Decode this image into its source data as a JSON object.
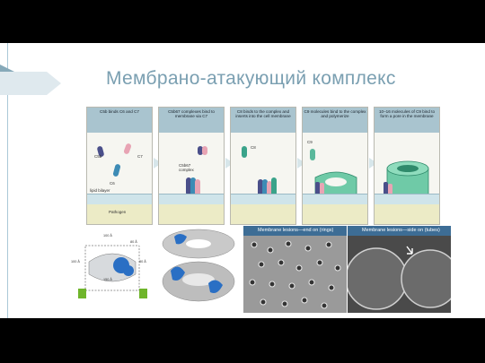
{
  "title": "Мембрано-атакующий комплекс",
  "diagram": {
    "panels": [
      {
        "caption": "C5b binds C6 and C7",
        "labels": [
          "C5b",
          "C6",
          "C7"
        ],
        "membrane_label": "lipid bilayer",
        "pathogen_label": "Pathogen"
      },
      {
        "caption": "C5b67 complexes bind to membrane via C7",
        "labels": [
          "C5b67 complex"
        ]
      },
      {
        "caption": "C8 binds to the complex and inserts into the cell membrane",
        "labels": [
          "C8"
        ]
      },
      {
        "caption": "C9 molecules bind to the complex and polymerize",
        "labels": [
          "C9"
        ]
      },
      {
        "caption": "10–16 molecules of C9 bind to form a pore in the membrane",
        "labels": []
      }
    ]
  },
  "photos": {
    "model": {
      "dims": [
        "100 Å",
        "80 Å",
        "100 Å",
        "150 Å",
        "80 Å"
      ]
    },
    "micrograph_end_on": {
      "header": "Membrane lesions—end on (rings)"
    },
    "micrograph_side_on": {
      "header": "Membrane lesions—side on (tubes)"
    }
  },
  "colors": {
    "title": "#7a9fb1",
    "panel_header": "#a9c4cf",
    "photo_header": "#3d6d95",
    "c9": "#5ab89b"
  }
}
